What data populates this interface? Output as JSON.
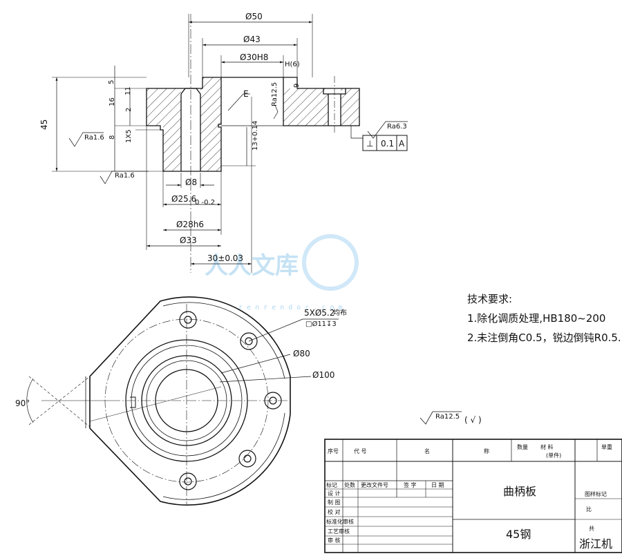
{
  "section_view": {
    "dims": {
      "d50": "Ø50",
      "d43": "Ø43",
      "d30": "Ø30H8",
      "h6": "H(6)",
      "d8": "Ø8",
      "d25_6": "Ø25.6",
      "d25_tol": "0  -0.2",
      "d28": "Ø28h6",
      "d33": "Ø33",
      "d30e": "30±0.03",
      "h45": "45",
      "h5": "5",
      "h16": "16",
      "h11": "11",
      "h2": "2",
      "h1x5": "1X5",
      "h8": "8",
      "h3": "13+0.14",
      "ra6_3": "Ra6.3",
      "ra12_5": "Ra12.5",
      "ra1_6a": "Ra1.6",
      "ra1_6b": "Ra1.6",
      "e_label": "E",
      "tol_symbol": "⊥",
      "tol_value": "0.1",
      "datum": "A",
      "depth9": "9"
    }
  },
  "plan_view": {
    "holes_label": "5XØ5.2",
    "holes_note": "均布",
    "cbore_label": "□Ø11↧3",
    "d80": "Ø80",
    "d100": "Ø100",
    "angle": "90°"
  },
  "tech_req": {
    "title": "技术要求:",
    "line1": "1.除化调质处理,HB180~200",
    "line2": "2.未注倒角C0.5，锐边倒钝R0.5."
  },
  "roughness_note": {
    "value": "Ra12.5",
    "bracket": "(  √  )"
  },
  "title_block": {
    "h_seq": "序号",
    "h_code": "代    号",
    "h_name": "名",
    "h_qty": "称",
    "h_count": "数量",
    "h_material": "材      料",
    "h_unit_weight": "单重",
    "h_single": "(单件)",
    "r_mark": "标记",
    "r_count": "处数",
    "r_doc": "更改文件号",
    "r_sign": "签  字",
    "r_date": "日  期",
    "design": "设  计",
    "draw": "制  图",
    "check": "校  对",
    "std": "标准化审核",
    "proc": "工艺审核",
    "approve": "审  核",
    "part_name": "曲柄板",
    "material": "45钢",
    "drawing_no_label": "图样标记",
    "scale_label": "比",
    "sheet_label": "共",
    "company": "浙江机"
  },
  "watermark": {
    "text": "人人文库",
    "url": "r e n r e n d o c . c o m"
  }
}
